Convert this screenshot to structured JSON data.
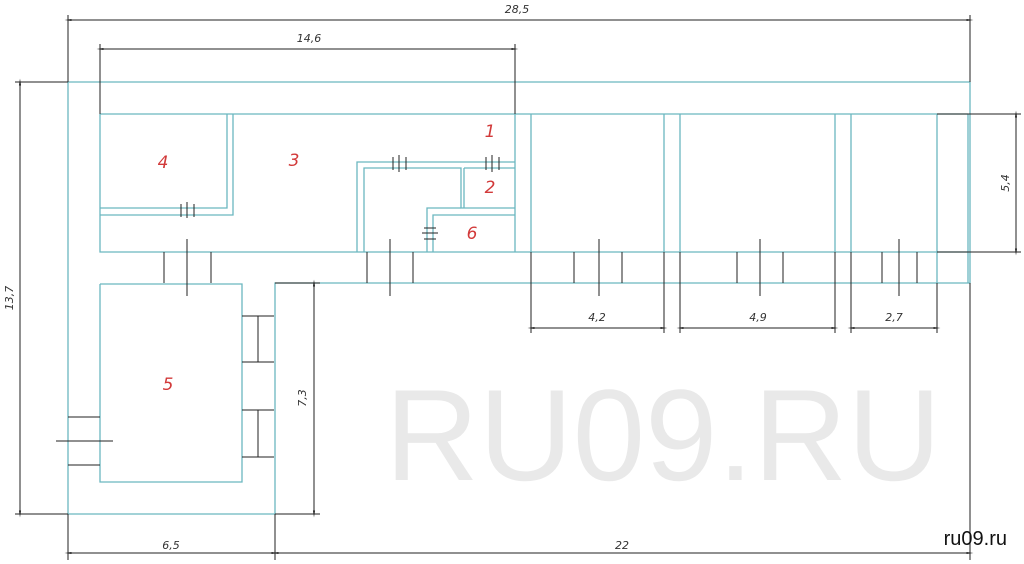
{
  "plan": {
    "dimensions": {
      "overall_width": "28,5",
      "wing_width": "14,6",
      "overall_depth": "13,7",
      "room_depth": "5,4",
      "room_a_width": "4,2",
      "room_b_width": "4,9",
      "room_c_width": "2,7",
      "left_wing_depth": "7,3",
      "left_wing_width": "6,5",
      "remaining_width": "22"
    },
    "rooms": [
      "1",
      "2",
      "3",
      "4",
      "5",
      "6"
    ],
    "colors": {
      "walls": "#6bb7bf",
      "room_labels": "#d23a3a",
      "dimension_lines": "#222222"
    }
  },
  "watermark": "RU09.RU",
  "site_label": "ru09.ru"
}
